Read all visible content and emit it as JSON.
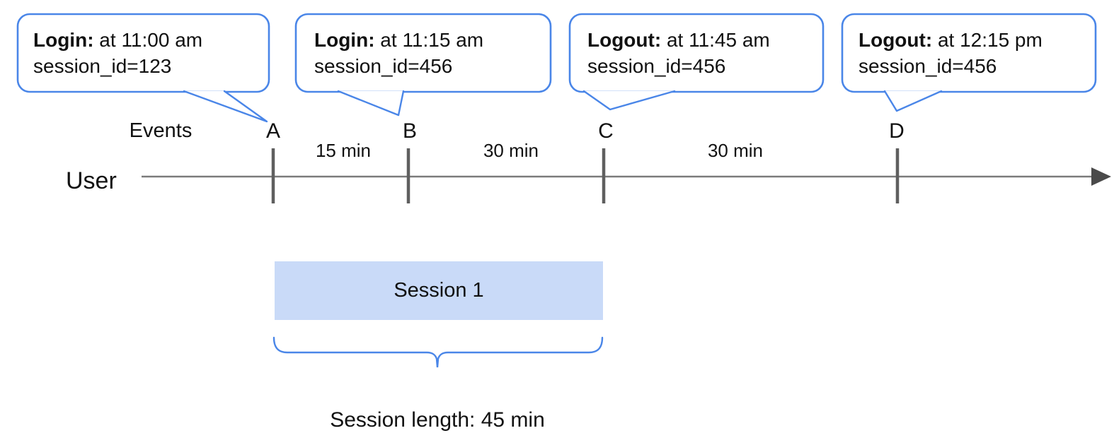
{
  "bubbles": [
    {
      "event": "Login:",
      "time": " at 11:00 am",
      "session": "session_id=123",
      "anchor": "A"
    },
    {
      "event": "Login:",
      "time": " at 11:15 am",
      "session": "session_id=456",
      "anchor": "B"
    },
    {
      "event": "Logout:",
      "time": " at 11:45 am",
      "session": "session_id=456",
      "anchor": "C"
    },
    {
      "event": "Logout:",
      "time": " at 12:15 pm",
      "session": "session_id=456",
      "anchor": "D"
    }
  ],
  "timeline": {
    "row_label": "User",
    "events_label": "Events",
    "markers": [
      "A",
      "B",
      "C",
      "D"
    ],
    "intervals": [
      "15 min",
      "30 min",
      "30 min"
    ]
  },
  "session": {
    "box_label": "Session 1",
    "length_label": "Session length: 45 min"
  },
  "colors": {
    "accent_blue": "#4a86e8",
    "session_fill": "#c9daf8",
    "timeline_gray": "#7a7a7a",
    "tick_gray": "#5f5f5f",
    "arrowhead_gray": "#4a4a4a",
    "text_black": "#111111"
  }
}
